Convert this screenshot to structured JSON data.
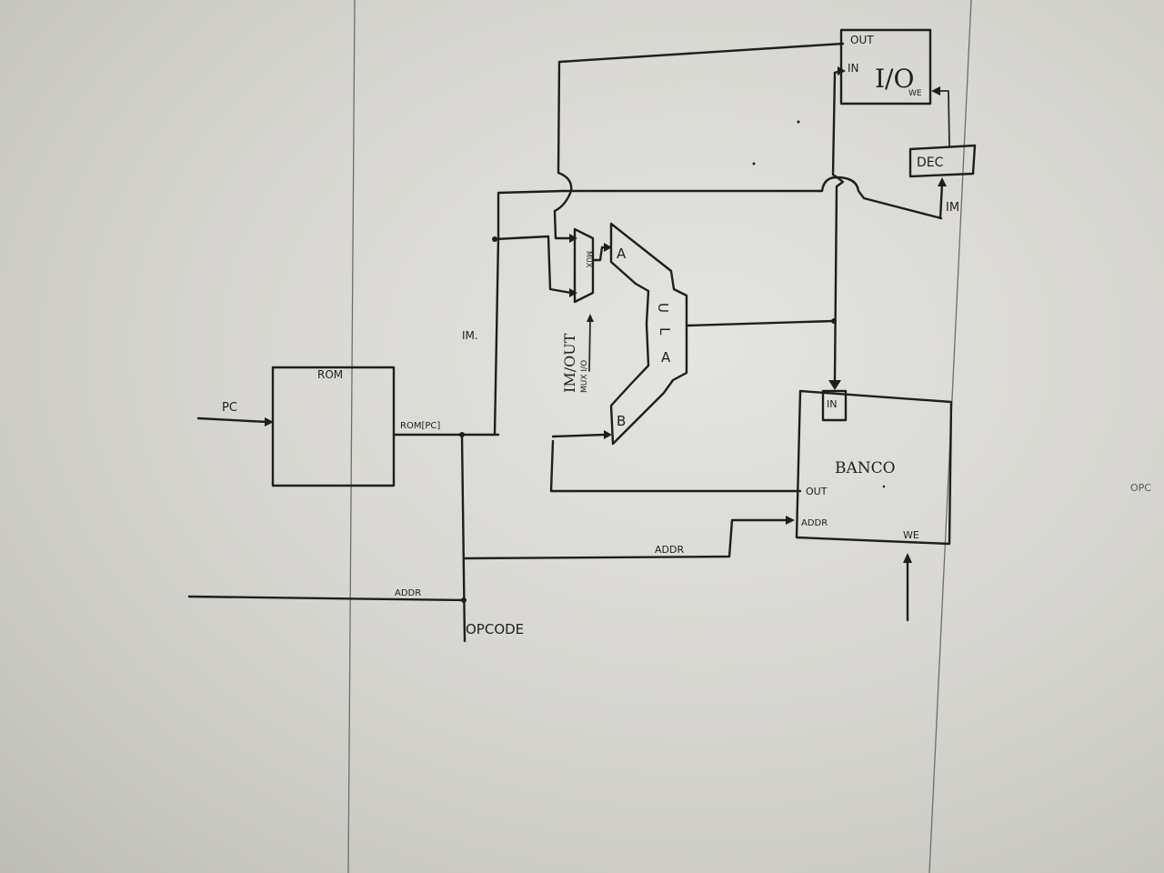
{
  "labels": {
    "rom": "ROM",
    "pc": "PC",
    "rom_pc": "ROM[PC]",
    "im": "IM.",
    "addr_bottom": "ADDR",
    "opcode": "OPCODE",
    "addr_mid": "ADDR",
    "ula_u": "U",
    "ula_l": "L",
    "ula_a": "A",
    "alu_in_a": "A",
    "alu_in_b": "B",
    "mux": "MUX",
    "control_im_out": "IM/OUT",
    "control_mux_io": "MUX I/O",
    "banco": "BANCO",
    "banco_in": "IN",
    "banco_out": "OUT",
    "banco_addr": "ADDR",
    "banco_we": "WE",
    "io_title": "I/O",
    "io_out": "OUT",
    "io_in": "IN",
    "io_we": "WE",
    "dec": "DEC",
    "dec_im": "IM",
    "edge_text": "OPC"
  }
}
